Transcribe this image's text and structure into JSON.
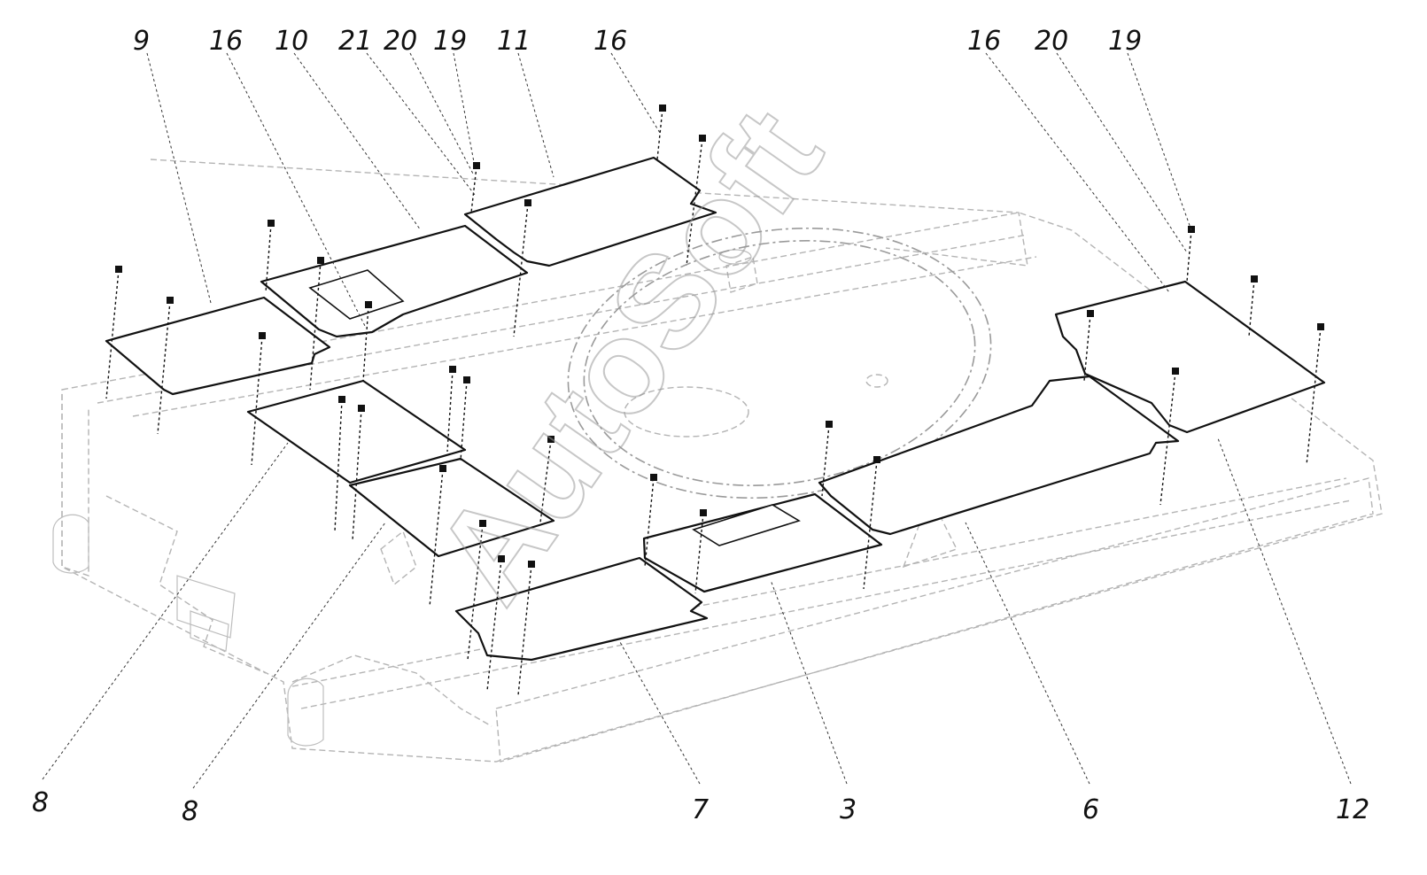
{
  "watermark": "AutoSoft",
  "top_callouts": [
    {
      "id": "c-9",
      "text": "9"
    },
    {
      "id": "c-16a",
      "text": "16"
    },
    {
      "id": "c-10",
      "text": "10"
    },
    {
      "id": "c-21",
      "text": "21"
    },
    {
      "id": "c-20a",
      "text": "20"
    },
    {
      "id": "c-19a",
      "text": "19"
    },
    {
      "id": "c-11",
      "text": "11"
    },
    {
      "id": "c-16b",
      "text": "16"
    },
    {
      "id": "c-16c",
      "text": "16"
    },
    {
      "id": "c-20b",
      "text": "20"
    },
    {
      "id": "c-19b",
      "text": "19"
    }
  ],
  "bottom_callouts": [
    {
      "id": "c-8a",
      "text": "8"
    },
    {
      "id": "c-8b",
      "text": "8"
    },
    {
      "id": "c-7",
      "text": "7"
    },
    {
      "id": "c-3",
      "text": "3"
    },
    {
      "id": "c-6",
      "text": "6"
    },
    {
      "id": "c-12",
      "text": "12"
    }
  ]
}
